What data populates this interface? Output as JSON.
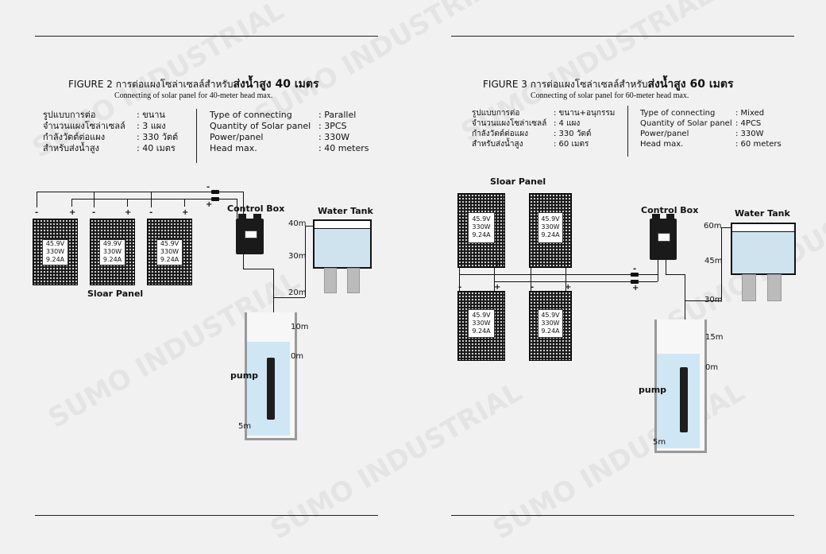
{
  "watermark": "SUMO INDUSTRIAL",
  "left": {
    "title_prefix": "FIGURE 2 การต่อแผงโซล่าเซลล์สำหรับ",
    "title_bold": "ส่งน้ำสูง 40 เมตร",
    "subtitle": "Connecting of solar panel for 40-meter head max.",
    "spec_th_labels": [
      "รูปแบบการต่อ",
      "จำนวนแผงโซล่าเซลล์",
      "กำลังวัตต์ต่อแผง",
      "สำหรับส่งน้ำสูง"
    ],
    "spec_th_values": [
      ": ขนาน",
      ": 3 แผง",
      ": 330 วัตต์",
      ": 40 เมตร"
    ],
    "spec_en_labels": [
      "Type of connecting",
      "Quantity of Solar panel",
      "Power/panel",
      "Head max."
    ],
    "spec_en_values": [
      ": Parallel",
      ": 3PCS",
      ": 330W",
      ": 40 meters"
    ],
    "panels": [
      {
        "v": "45.9V",
        "w": "330W",
        "a": "9.24A"
      },
      {
        "v": "49.9V",
        "w": "330W",
        "a": "9.24A"
      },
      {
        "v": "45.9V",
        "w": "330W",
        "a": "9.24A"
      }
    ],
    "panel_label": "Sloar Panel",
    "control_box": "Control Box",
    "water_tank": "Water Tank",
    "pump": "pump",
    "heights": [
      "40m",
      "30m",
      "20m",
      "10m",
      "0m",
      "5m"
    ],
    "signs": {
      "minus": "-",
      "plus": "+"
    }
  },
  "right": {
    "title_prefix": "FIGURE 3 การต่อแผงโซล่าเซลล์สำหรับ",
    "title_bold": "ส่งน้ำสูง 60 เมตร",
    "subtitle": "Connecting of solar panel for 60-meter head max.",
    "spec_th_labels": [
      "รูปแบบการต่อ",
      "จำนวนแผงโซล่าเซลล์",
      "กำลังวัตต์ต่อแผง",
      "สำหรับส่งน้ำสูง"
    ],
    "spec_th_values": [
      ": ขนาน+อนุกรรม",
      ": 4 แผง",
      ": 330 วัตต์",
      ": 60 เมตร"
    ],
    "spec_en_labels": [
      "Type of connecting",
      "Quantity of Solar panel",
      "Power/panel",
      "Head max."
    ],
    "spec_en_values": [
      ": Mixed",
      ": 4PCS",
      ": 330W",
      ": 60 meters"
    ],
    "panels": [
      {
        "v": "45.9V",
        "w": "330W",
        "a": "9.24A"
      },
      {
        "v": "45.9V",
        "w": "330W",
        "a": "9.24A"
      },
      {
        "v": "45.9V",
        "w": "330W",
        "a": "9.24A"
      },
      {
        "v": "45.9V",
        "w": "330W",
        "a": "9.24A"
      }
    ],
    "panel_label": "Sloar Panel",
    "control_box": "Control Box",
    "water_tank": "Water Tank",
    "pump": "pump",
    "heights": [
      "60m",
      "45m",
      "30m",
      "15m",
      "0m",
      "5m"
    ],
    "signs": {
      "minus": "-",
      "plus": "+"
    }
  }
}
